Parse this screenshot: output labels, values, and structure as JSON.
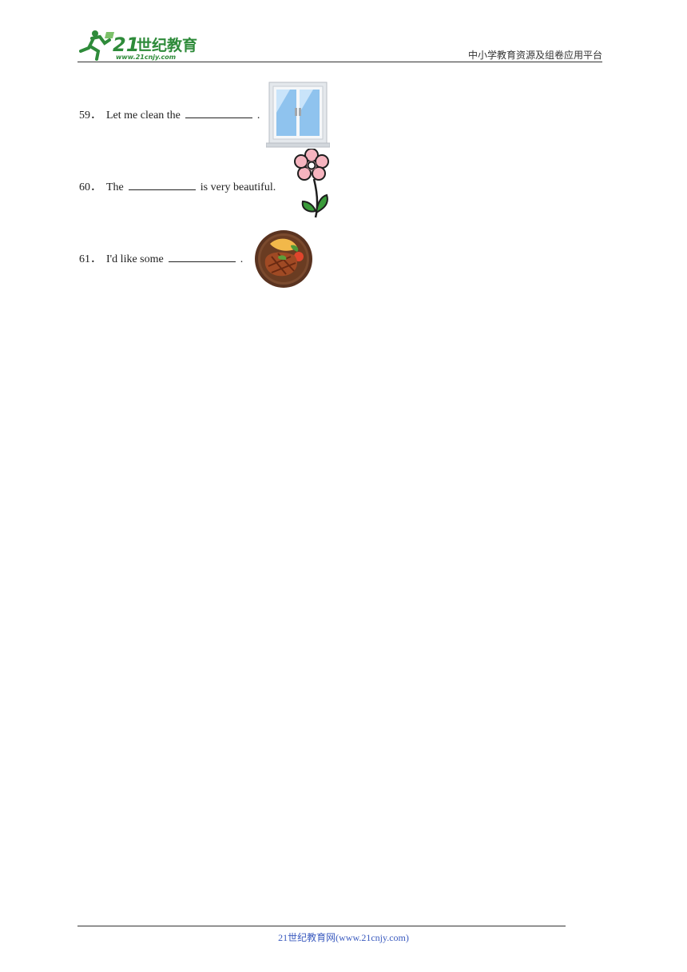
{
  "header": {
    "logo_text": "21世纪教育",
    "logo_url_text": "www.21cnjy.com",
    "tagline": "中小学教育资源及组卷应用平台"
  },
  "questions": [
    {
      "number": "59",
      "before": "Let me clean the",
      "after": ".",
      "image_icon": "window-icon"
    },
    {
      "number": "60",
      "before": "The",
      "after": "is very beautiful.",
      "image_icon": "flower-icon"
    },
    {
      "number": "61",
      "before": "I'd like some",
      "after": ".",
      "image_icon": "steak-plate-icon"
    }
  ],
  "footer": {
    "text": "21世纪教育网(www.21cnjy.com)"
  },
  "colors": {
    "logo_green": "#2e8b3a",
    "footer_link": "#3b5bbf"
  }
}
